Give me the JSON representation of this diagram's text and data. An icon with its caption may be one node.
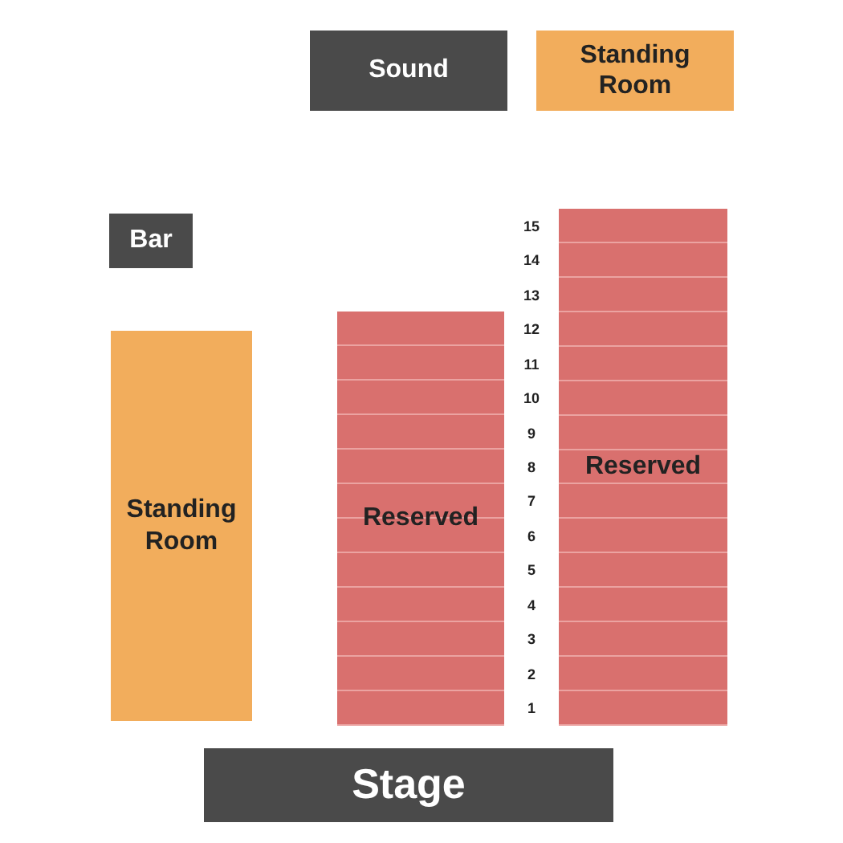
{
  "diagram": {
    "nodes": [
      {
        "text": [
          "Sound"
        ]
      },
      {
        "text": [
          "Standing Room"
        ]
      },
      {
        "text": [
          "Bar"
        ]
      },
      {
        "text": [
          "Standing Room"
        ]
      },
      {
        "text": [
          "Reserved"
        ]
      },
      {
        "text": [
          "Reserved"
        ]
      },
      {
        "text": [
          "Stage"
        ]
      }
    ],
    "edges": [],
    "labels": [
      "15",
      "14",
      "13",
      "12",
      "11",
      "10",
      "9",
      "8",
      "7",
      "6",
      "5",
      "4",
      "3",
      "2",
      "1"
    ]
  }
}
